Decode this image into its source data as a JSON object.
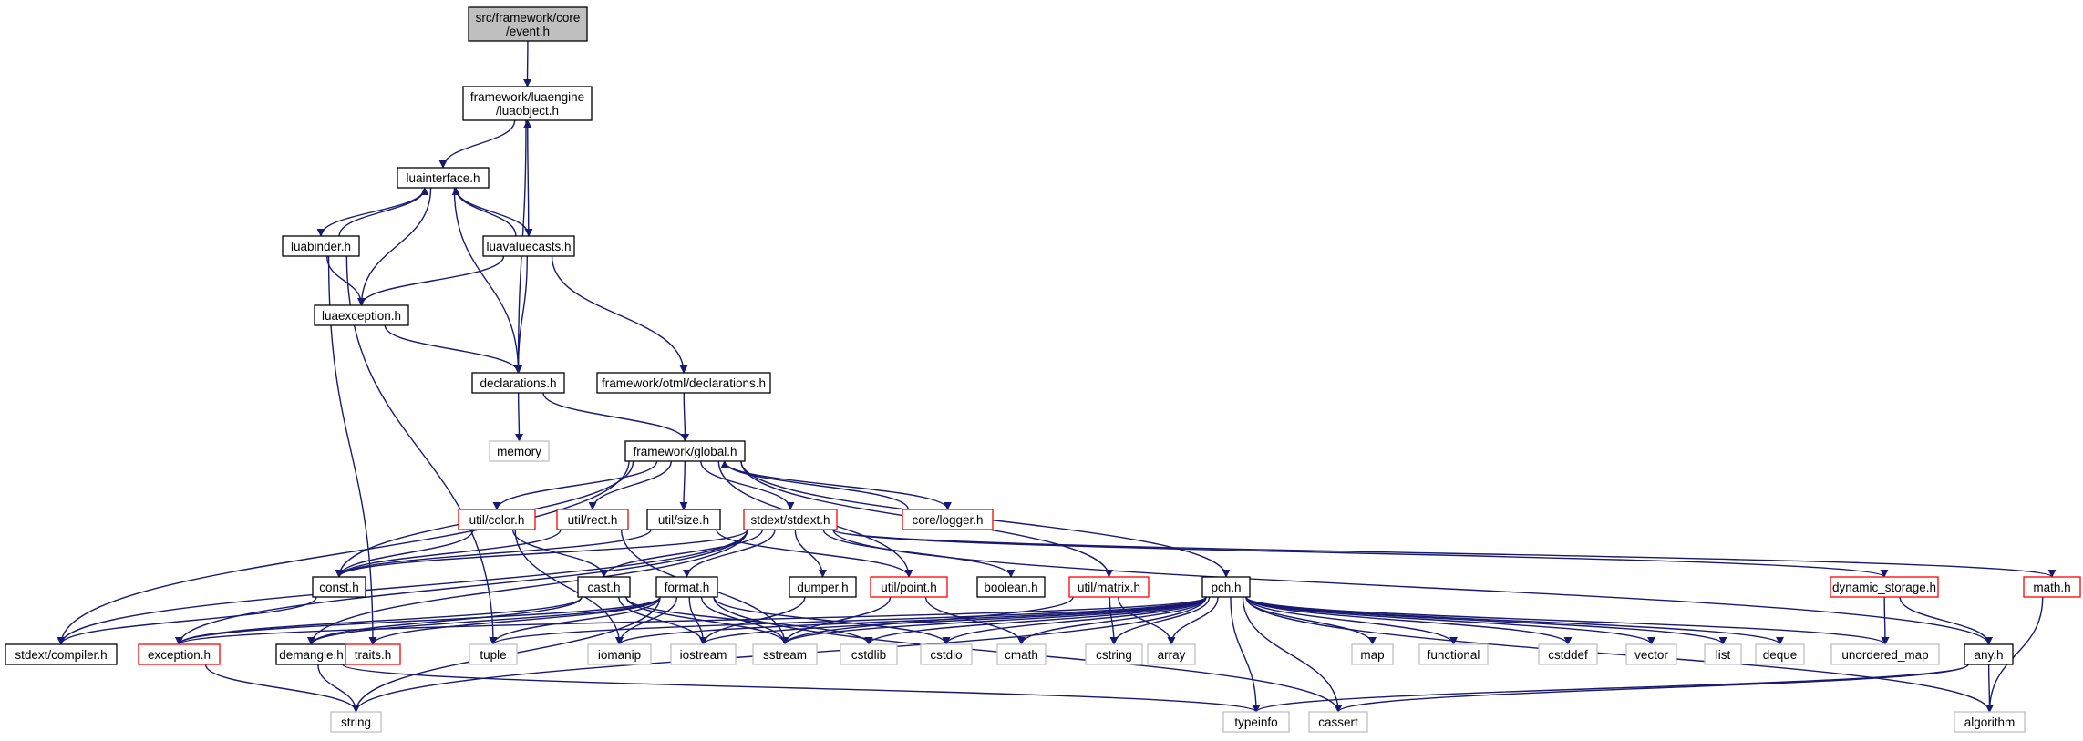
{
  "colors": {
    "edge": "#191970",
    "root_fill": "#bfbfbf",
    "border_documented": "#000000",
    "border_undocumented": "#ff0000",
    "border_external": "#bfbfbf",
    "node_fill": "#ffffff"
  },
  "nodes": [
    {
      "id": "event",
      "lines": [
        "src/framework/core",
        "/event.h"
      ],
      "kind": "root"
    },
    {
      "id": "luaobject",
      "lines": [
        "framework/luaengine",
        "/luaobject.h"
      ],
      "kind": "documented"
    },
    {
      "id": "luainterface",
      "lines": [
        "luainterface.h"
      ],
      "kind": "documented"
    },
    {
      "id": "luabinder",
      "lines": [
        "luabinder.h"
      ],
      "kind": "documented"
    },
    {
      "id": "luavaluecasts",
      "lines": [
        "luavaluecasts.h"
      ],
      "kind": "documented"
    },
    {
      "id": "luaexception",
      "lines": [
        "luaexception.h"
      ],
      "kind": "documented"
    },
    {
      "id": "declarations",
      "lines": [
        "declarations.h"
      ],
      "kind": "documented"
    },
    {
      "id": "otmldecl",
      "lines": [
        "framework/otml/declarations.h"
      ],
      "kind": "documented"
    },
    {
      "id": "memory",
      "lines": [
        "memory"
      ],
      "kind": "external"
    },
    {
      "id": "global",
      "lines": [
        "framework/global.h"
      ],
      "kind": "documented"
    },
    {
      "id": "color",
      "lines": [
        "util/color.h"
      ],
      "kind": "undocumented"
    },
    {
      "id": "rect",
      "lines": [
        "util/rect.h"
      ],
      "kind": "undocumented"
    },
    {
      "id": "size",
      "lines": [
        "util/size.h"
      ],
      "kind": "documented"
    },
    {
      "id": "stdext",
      "lines": [
        "stdext/stdext.h"
      ],
      "kind": "undocumented"
    },
    {
      "id": "logger",
      "lines": [
        "core/logger.h"
      ],
      "kind": "undocumented"
    },
    {
      "id": "const",
      "lines": [
        "const.h"
      ],
      "kind": "documented"
    },
    {
      "id": "cast",
      "lines": [
        "cast.h"
      ],
      "kind": "documented"
    },
    {
      "id": "format",
      "lines": [
        "format.h"
      ],
      "kind": "documented"
    },
    {
      "id": "dumper",
      "lines": [
        "dumper.h"
      ],
      "kind": "documented"
    },
    {
      "id": "point",
      "lines": [
        "util/point.h"
      ],
      "kind": "undocumented"
    },
    {
      "id": "boolean",
      "lines": [
        "boolean.h"
      ],
      "kind": "documented"
    },
    {
      "id": "matrix",
      "lines": [
        "util/matrix.h"
      ],
      "kind": "undocumented"
    },
    {
      "id": "pch",
      "lines": [
        "pch.h"
      ],
      "kind": "documented"
    },
    {
      "id": "dynstorage",
      "lines": [
        "dynamic_storage.h"
      ],
      "kind": "undocumented"
    },
    {
      "id": "math",
      "lines": [
        "math.h"
      ],
      "kind": "undocumented"
    },
    {
      "id": "compiler",
      "lines": [
        "stdext/compiler.h"
      ],
      "kind": "documented"
    },
    {
      "id": "exception",
      "lines": [
        "exception.h"
      ],
      "kind": "undocumented"
    },
    {
      "id": "demangle",
      "lines": [
        "demangle.h"
      ],
      "kind": "documented"
    },
    {
      "id": "traits",
      "lines": [
        "traits.h"
      ],
      "kind": "undocumented"
    },
    {
      "id": "tuple",
      "lines": [
        "tuple"
      ],
      "kind": "external"
    },
    {
      "id": "iomanip",
      "lines": [
        "iomanip"
      ],
      "kind": "external"
    },
    {
      "id": "iostream",
      "lines": [
        "iostream"
      ],
      "kind": "external"
    },
    {
      "id": "sstream",
      "lines": [
        "sstream"
      ],
      "kind": "external"
    },
    {
      "id": "cstdlib",
      "lines": [
        "cstdlib"
      ],
      "kind": "external"
    },
    {
      "id": "cstdio",
      "lines": [
        "cstdio"
      ],
      "kind": "external"
    },
    {
      "id": "cmath",
      "lines": [
        "cmath"
      ],
      "kind": "external"
    },
    {
      "id": "cstring",
      "lines": [
        "cstring"
      ],
      "kind": "external"
    },
    {
      "id": "array",
      "lines": [
        "array"
      ],
      "kind": "external"
    },
    {
      "id": "map",
      "lines": [
        "map"
      ],
      "kind": "external"
    },
    {
      "id": "functional",
      "lines": [
        "functional"
      ],
      "kind": "external"
    },
    {
      "id": "cstddef",
      "lines": [
        "cstddef"
      ],
      "kind": "external"
    },
    {
      "id": "vector",
      "lines": [
        "vector"
      ],
      "kind": "external"
    },
    {
      "id": "list",
      "lines": [
        "list"
      ],
      "kind": "external"
    },
    {
      "id": "deque",
      "lines": [
        "deque"
      ],
      "kind": "external"
    },
    {
      "id": "unordered_map",
      "lines": [
        "unordered_map"
      ],
      "kind": "external"
    },
    {
      "id": "any",
      "lines": [
        "any.h"
      ],
      "kind": "documented"
    },
    {
      "id": "string",
      "lines": [
        "string"
      ],
      "kind": "external"
    },
    {
      "id": "typeinfo",
      "lines": [
        "typeinfo"
      ],
      "kind": "external"
    },
    {
      "id": "cassert",
      "lines": [
        "cassert"
      ],
      "kind": "external"
    },
    {
      "id": "algorithm",
      "lines": [
        "algorithm"
      ],
      "kind": "external"
    }
  ],
  "edges": [
    [
      "event",
      "luaobject"
    ],
    [
      "luaobject",
      "luainterface"
    ],
    [
      "luaobject",
      "declarations"
    ],
    [
      "luainterface",
      "luabinder"
    ],
    [
      "luainterface",
      "luavaluecasts"
    ],
    [
      "luainterface",
      "luaexception"
    ],
    [
      "luainterface",
      "declarations"
    ],
    [
      "luabinder",
      "luainterface"
    ],
    [
      "luabinder",
      "luaexception"
    ],
    [
      "luabinder",
      "traits"
    ],
    [
      "luabinder",
      "tuple"
    ],
    [
      "luavaluecasts",
      "luainterface"
    ],
    [
      "luavaluecasts",
      "luaobject"
    ],
    [
      "luavaluecasts",
      "luaexception"
    ],
    [
      "luavaluecasts",
      "declarations"
    ],
    [
      "luavaluecasts",
      "otmldecl"
    ],
    [
      "luaexception",
      "declarations"
    ],
    [
      "declarations",
      "memory"
    ],
    [
      "declarations",
      "global"
    ],
    [
      "otmldecl",
      "global"
    ],
    [
      "global",
      "compiler"
    ],
    [
      "global",
      "const"
    ],
    [
      "global",
      "color"
    ],
    [
      "global",
      "rect"
    ],
    [
      "global",
      "size"
    ],
    [
      "global",
      "stdext"
    ],
    [
      "global",
      "point"
    ],
    [
      "global",
      "logger"
    ],
    [
      "global",
      "matrix"
    ],
    [
      "global",
      "pch"
    ],
    [
      "logger",
      "global"
    ],
    [
      "color",
      "const"
    ],
    [
      "color",
      "cast"
    ],
    [
      "color",
      "iomanip"
    ],
    [
      "rect",
      "const"
    ],
    [
      "rect",
      "sstream"
    ],
    [
      "size",
      "const"
    ],
    [
      "size",
      "point"
    ],
    [
      "stdext",
      "compiler"
    ],
    [
      "stdext",
      "const"
    ],
    [
      "stdext",
      "cast"
    ],
    [
      "stdext",
      "format"
    ],
    [
      "stdext",
      "dumper"
    ],
    [
      "stdext",
      "boolean"
    ],
    [
      "stdext",
      "exception"
    ],
    [
      "stdext",
      "demangle"
    ],
    [
      "stdext",
      "dynstorage"
    ],
    [
      "stdext",
      "math"
    ],
    [
      "stdext",
      "any"
    ],
    [
      "const",
      "compiler"
    ],
    [
      "cast",
      "demangle"
    ],
    [
      "cast",
      "exception"
    ],
    [
      "cast",
      "sstream"
    ],
    [
      "cast",
      "cstdlib"
    ],
    [
      "cast",
      "iostream"
    ],
    [
      "format",
      "traits"
    ],
    [
      "format",
      "tuple"
    ],
    [
      "format",
      "iomanip"
    ],
    [
      "format",
      "iostream"
    ],
    [
      "format",
      "sstream"
    ],
    [
      "format",
      "cstdio"
    ],
    [
      "format",
      "string"
    ],
    [
      "format",
      "cassert"
    ],
    [
      "format",
      "exception"
    ],
    [
      "format",
      "demangle"
    ],
    [
      "dumper",
      "iostream"
    ],
    [
      "point",
      "sstream"
    ],
    [
      "point",
      "cmath"
    ],
    [
      "matrix",
      "array"
    ],
    [
      "matrix",
      "cstring"
    ],
    [
      "matrix",
      "sstream"
    ],
    [
      "pch",
      "exception"
    ],
    [
      "pch",
      "tuple"
    ],
    [
      "pch",
      "iomanip"
    ],
    [
      "pch",
      "iostream"
    ],
    [
      "pch",
      "sstream"
    ],
    [
      "pch",
      "cstdlib"
    ],
    [
      "pch",
      "cstdio"
    ],
    [
      "pch",
      "cmath"
    ],
    [
      "pch",
      "cstring"
    ],
    [
      "pch",
      "array"
    ],
    [
      "pch",
      "map"
    ],
    [
      "pch",
      "functional"
    ],
    [
      "pch",
      "cstddef"
    ],
    [
      "pch",
      "vector"
    ],
    [
      "pch",
      "list"
    ],
    [
      "pch",
      "deque"
    ],
    [
      "pch",
      "unordered_map"
    ],
    [
      "pch",
      "string"
    ],
    [
      "pch",
      "typeinfo"
    ],
    [
      "pch",
      "cassert"
    ],
    [
      "pch",
      "algorithm"
    ],
    [
      "dynstorage",
      "unordered_map"
    ],
    [
      "dynstorage",
      "any"
    ],
    [
      "math",
      "algorithm"
    ],
    [
      "exception",
      "string"
    ],
    [
      "demangle",
      "string"
    ],
    [
      "demangle",
      "typeinfo"
    ],
    [
      "any",
      "typeinfo"
    ],
    [
      "any",
      "cassert"
    ],
    [
      "any",
      "algorithm"
    ]
  ]
}
